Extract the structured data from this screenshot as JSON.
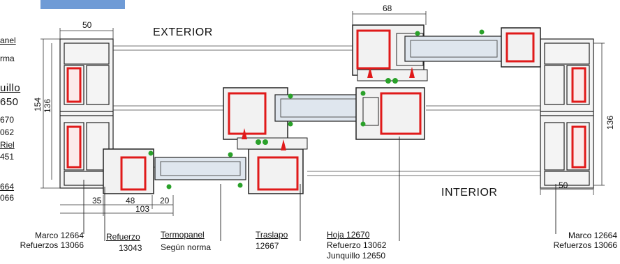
{
  "header_tab_color": "#6f9bd6",
  "colors": {
    "profile": "#222222",
    "glass": "#dfe6ee",
    "reinforcement": "#e01a1a",
    "gasket": "#2aa12a",
    "dim_line": "#333333"
  },
  "sides": {
    "exterior": "EXTERIOR",
    "interior": "INTERIOR"
  },
  "dims": {
    "top_left_width": "50",
    "top_right_width": "68",
    "left_total_height": "154",
    "left_inner_height": "136",
    "right_inner_height": "136",
    "bottom_right_width": "50",
    "bottom_35": "35",
    "bottom_48": "48",
    "bottom_20": "20",
    "bottom_103": "103"
  },
  "left_partial_labels": [
    "anel",
    "rma",
    "uillo",
    "650",
    "670",
    "062",
    "Riel",
    "451",
    "664",
    "066"
  ],
  "callouts": {
    "marco_left": {
      "line1": "Marco 12664",
      "line2": "Refuerzos 13066"
    },
    "refuerzo": {
      "line1": "Refuerzo",
      "line2": "13043"
    },
    "termopanel": {
      "line1": "Termopanel",
      "line2": "Según norma"
    },
    "traslapo": {
      "line1": "Traslapo",
      "line2": "12667"
    },
    "hoja": {
      "line1": "Hoja 12670",
      "line2": "Refuerzo 13062",
      "line3": "Junquillo 12650"
    },
    "marco_right": {
      "line1": "Marco 12664",
      "line2": "Refuerzos 13066"
    }
  }
}
